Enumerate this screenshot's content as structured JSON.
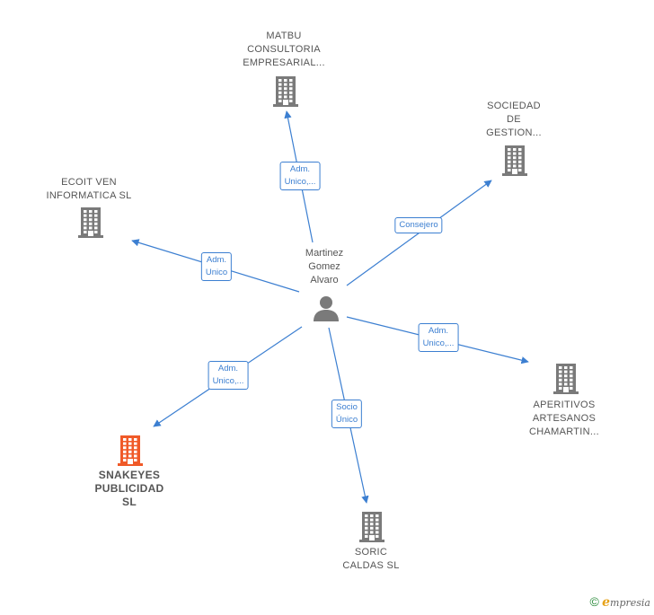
{
  "center": {
    "name": "Martinez\nGomez\nAlvaro",
    "icon": "person-icon"
  },
  "companies": [
    {
      "id": "matbu",
      "name": "MATBU\nCONSULTORIA\nEMPRESARIAL...",
      "icon": "building-icon",
      "color": "#7a7a7a",
      "highlight": false
    },
    {
      "id": "sociedad",
      "name": "SOCIEDAD\nDE\nGESTION...",
      "icon": "building-icon",
      "color": "#7a7a7a",
      "highlight": false
    },
    {
      "id": "ecoit",
      "name": "ECOIT VEN\nINFORMATICA SL",
      "icon": "building-icon",
      "color": "#7a7a7a",
      "highlight": false
    },
    {
      "id": "aperitivos",
      "name": "APERITIVOS\nARTESANOS\nCHAMARTIN...",
      "icon": "building-icon",
      "color": "#7a7a7a",
      "highlight": false
    },
    {
      "id": "snakeyes",
      "name": "SNAKEYES\nPUBLICIDAD\nSL",
      "icon": "building-icon",
      "color": "#f05a28",
      "highlight": true
    },
    {
      "id": "soric",
      "name": "SORIC\nCALDAS  SL",
      "icon": "building-icon",
      "color": "#7a7a7a",
      "highlight": false
    }
  ],
  "relations": [
    {
      "target": "matbu",
      "label": "Adm.\nUnico,..."
    },
    {
      "target": "sociedad",
      "label": "Consejero"
    },
    {
      "target": "ecoit",
      "label": "Adm.\nUnico"
    },
    {
      "target": "aperitivos",
      "label": "Adm.\nUnico,..."
    },
    {
      "target": "snakeyes",
      "label": "Adm.\nUnico,..."
    },
    {
      "target": "soric",
      "label": "Socio\nÚnico"
    }
  ],
  "footer": {
    "copyright": "©",
    "brand_initial": "e",
    "brand_rest": "mpresia"
  },
  "colors": {
    "edge": "#3c7fd1",
    "building": "#7a7a7a",
    "highlight": "#f05a28",
    "person": "#7a7a7a"
  }
}
